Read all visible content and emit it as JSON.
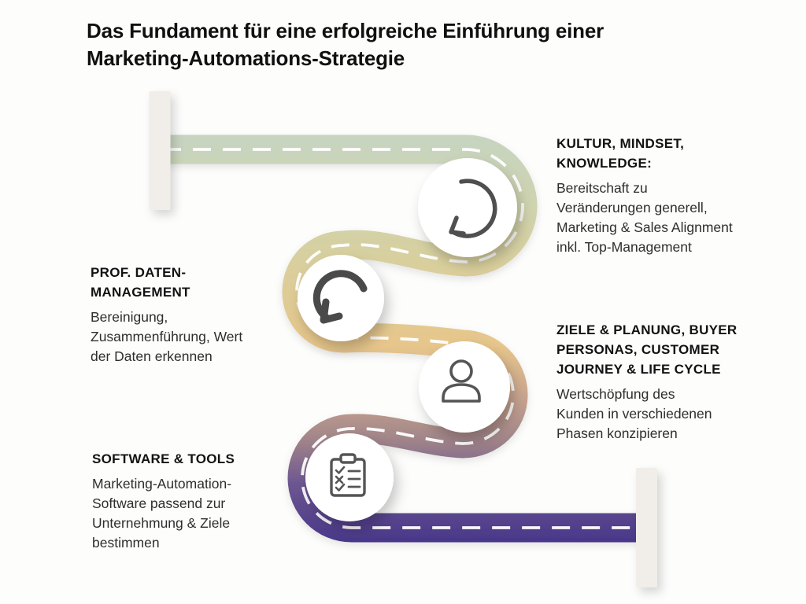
{
  "title": {
    "lines": [
      "Das Fundament für eine erfolgreiche Einführung einer",
      "Marketing-Automations-Strategie"
    ]
  },
  "milestones": [
    {
      "id": "kultur-mindset-knowledge",
      "icon": "u-turn-arrow-icon",
      "heading_lines": [
        "KULTUR, MINDSET,",
        "KNOWLEDGE:"
      ],
      "body_lines": [
        "Bereitschaft zu",
        "Veränderungen generell,",
        "Marketing & Sales Alignment",
        "inkl. Top-Management"
      ]
    },
    {
      "id": "prof-datenmanagement",
      "icon": "swoosh-arrow-icon",
      "heading_lines": [
        "PROF. DATEN-",
        "MANAGEMENT"
      ],
      "body_lines": [
        "Bereinigung,",
        "Zusammenführung, Wert",
        "der Daten erkennen"
      ]
    },
    {
      "id": "ziele-planung-personas-journey",
      "icon": "person-icon",
      "heading_lines": [
        "ZIELE & PLANUNG, BUYER",
        "PERSONAS, CUSTOMER",
        "JOURNEY & LIFE CYCLE"
      ],
      "body_lines": [
        "Wertschöpfung des",
        "Kunden in verschiedenen",
        "Phasen konzipieren"
      ]
    },
    {
      "id": "software-tools",
      "icon": "checklist-icon",
      "heading_lines": [
        "SOFTWARE & TOOLS"
      ],
      "body_lines": [
        "Marketing-Automation-",
        "Software passend zur",
        "Unternehmung & Ziele",
        "bestimmen"
      ]
    }
  ],
  "road": {
    "gradient": [
      "#c4d4c4",
      "#cfd3ae",
      "#d8cf9e",
      "#e7c68b",
      "#c9a58f",
      "#a08489",
      "#6d5691",
      "#453589"
    ],
    "dash_color": "#ffffff",
    "marker_color": "#f1eee9",
    "node_color": "#ffffff",
    "icon_color": "#4f4f4f",
    "background": "#fdfdfc",
    "text_color": "#101010"
  }
}
